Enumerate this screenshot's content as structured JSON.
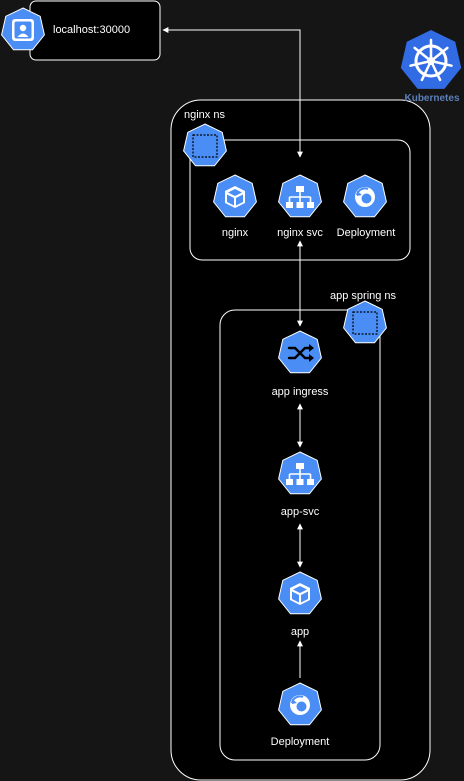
{
  "colors": {
    "background": "#151515",
    "container_fill": "#000000",
    "stroke": "#ffffff",
    "icon_fill": "#4A8EF5",
    "kubernetes_blue": "#326CE5",
    "kubernetes_label": "#5C7FB8"
  },
  "localhost": {
    "label": "localhost:30000",
    "icon": "user-icon"
  },
  "kubernetes": {
    "label": "Kubernetes",
    "icon": "kubernetes-wheel-icon"
  },
  "nginx_ns": {
    "label": "nginx ns",
    "icon": "namespace-icon",
    "nodes": [
      {
        "label": "nginx",
        "icon": "pod-icon"
      },
      {
        "label": "nginx svc",
        "icon": "service-icon"
      },
      {
        "label": "Deployment",
        "icon": "deployment-icon"
      }
    ]
  },
  "app_ns": {
    "label": "app spring ns",
    "icon": "namespace-icon",
    "nodes": [
      {
        "label": "app ingress",
        "icon": "ingress-icon"
      },
      {
        "label": "app-svc",
        "icon": "service-icon"
      },
      {
        "label": "app",
        "icon": "pod-icon"
      },
      {
        "label": "Deployment",
        "icon": "deployment-icon"
      }
    ]
  },
  "edges": [
    {
      "from": "localhost:30000",
      "to": "nginx svc",
      "bidirectional": true
    },
    {
      "from": "nginx svc",
      "to": "app ingress",
      "bidirectional": true
    },
    {
      "from": "app ingress",
      "to": "app-svc",
      "bidirectional": true
    },
    {
      "from": "app-svc",
      "to": "app",
      "bidirectional": true
    },
    {
      "from": "Deployment",
      "to": "app",
      "bidirectional": false
    }
  ]
}
